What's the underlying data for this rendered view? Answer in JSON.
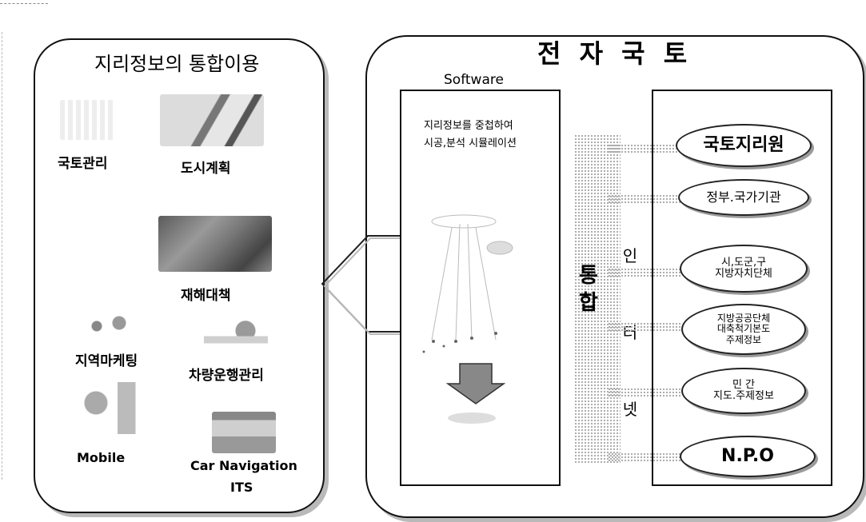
{
  "left_panel": {
    "title": "지리정보의 통합이용",
    "items": [
      {
        "label": "국토관리",
        "icon": "land-management-image"
      },
      {
        "label": "도시계획",
        "icon": "city-planning-image"
      },
      {
        "label": "재해대책",
        "icon": "disaster-response-image"
      },
      {
        "label": "지역마케팅",
        "icon": "regional-marketing-image"
      },
      {
        "label": "차량운행관리",
        "icon": "vehicle-operation-image"
      },
      {
        "label": "Mobile",
        "icon": "mobile-image"
      },
      {
        "label": "Car Navigation",
        "icon": "car-navigation-image"
      },
      {
        "label": "ITS"
      }
    ]
  },
  "right_panel": {
    "title": "전 자 국 토",
    "software": {
      "label": "Software",
      "description_line1": "지리정보를 중첩하여",
      "description_line2": "시공,분석 시뮬레이션"
    },
    "integration_label": "통합",
    "internet_label": "인 터 넷",
    "nodes": [
      {
        "line1": "국토지리원"
      },
      {
        "line1": "정부.국가기관"
      },
      {
        "line1": "시,도군,구",
        "line2": "지방자치단체"
      },
      {
        "line1": "지방공공단체",
        "line2": "대축척기본도",
        "line3": "주제정보"
      },
      {
        "line1": "민 간",
        "line2": "지도.주제정보"
      },
      {
        "line1": "N.P.O"
      }
    ]
  }
}
